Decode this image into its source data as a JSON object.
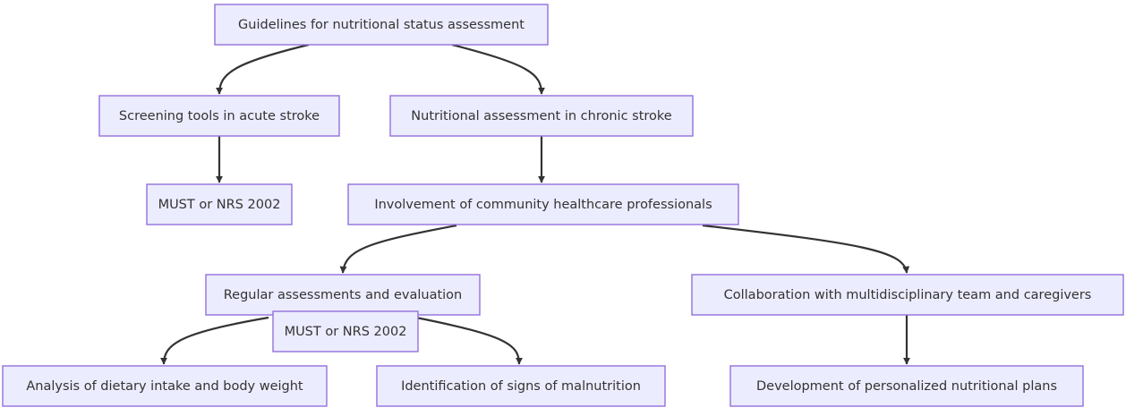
{
  "nodes": {
    "root": "Guidelines for nutritional status assessment",
    "acute": "Screening tools in acute stroke",
    "chronic": "Nutritional assessment in chronic stroke",
    "must_acute": "MUST or NRS 2002",
    "community": "Involvement of community healthcare professionals",
    "regular": "Regular assessments and evaluation",
    "collab": "Collaboration with multidisciplinary team and caregivers",
    "must_regular": "MUST or NRS 2002",
    "dietary": "Analysis of dietary intake and body weight",
    "signs": "Identification of signs of malnutrition",
    "plans": "Development of personalized nutritional plans"
  },
  "colors": {
    "node_fill": "#ececff",
    "node_stroke": "#9370db",
    "edge": "#333333",
    "text": "#333333"
  }
}
